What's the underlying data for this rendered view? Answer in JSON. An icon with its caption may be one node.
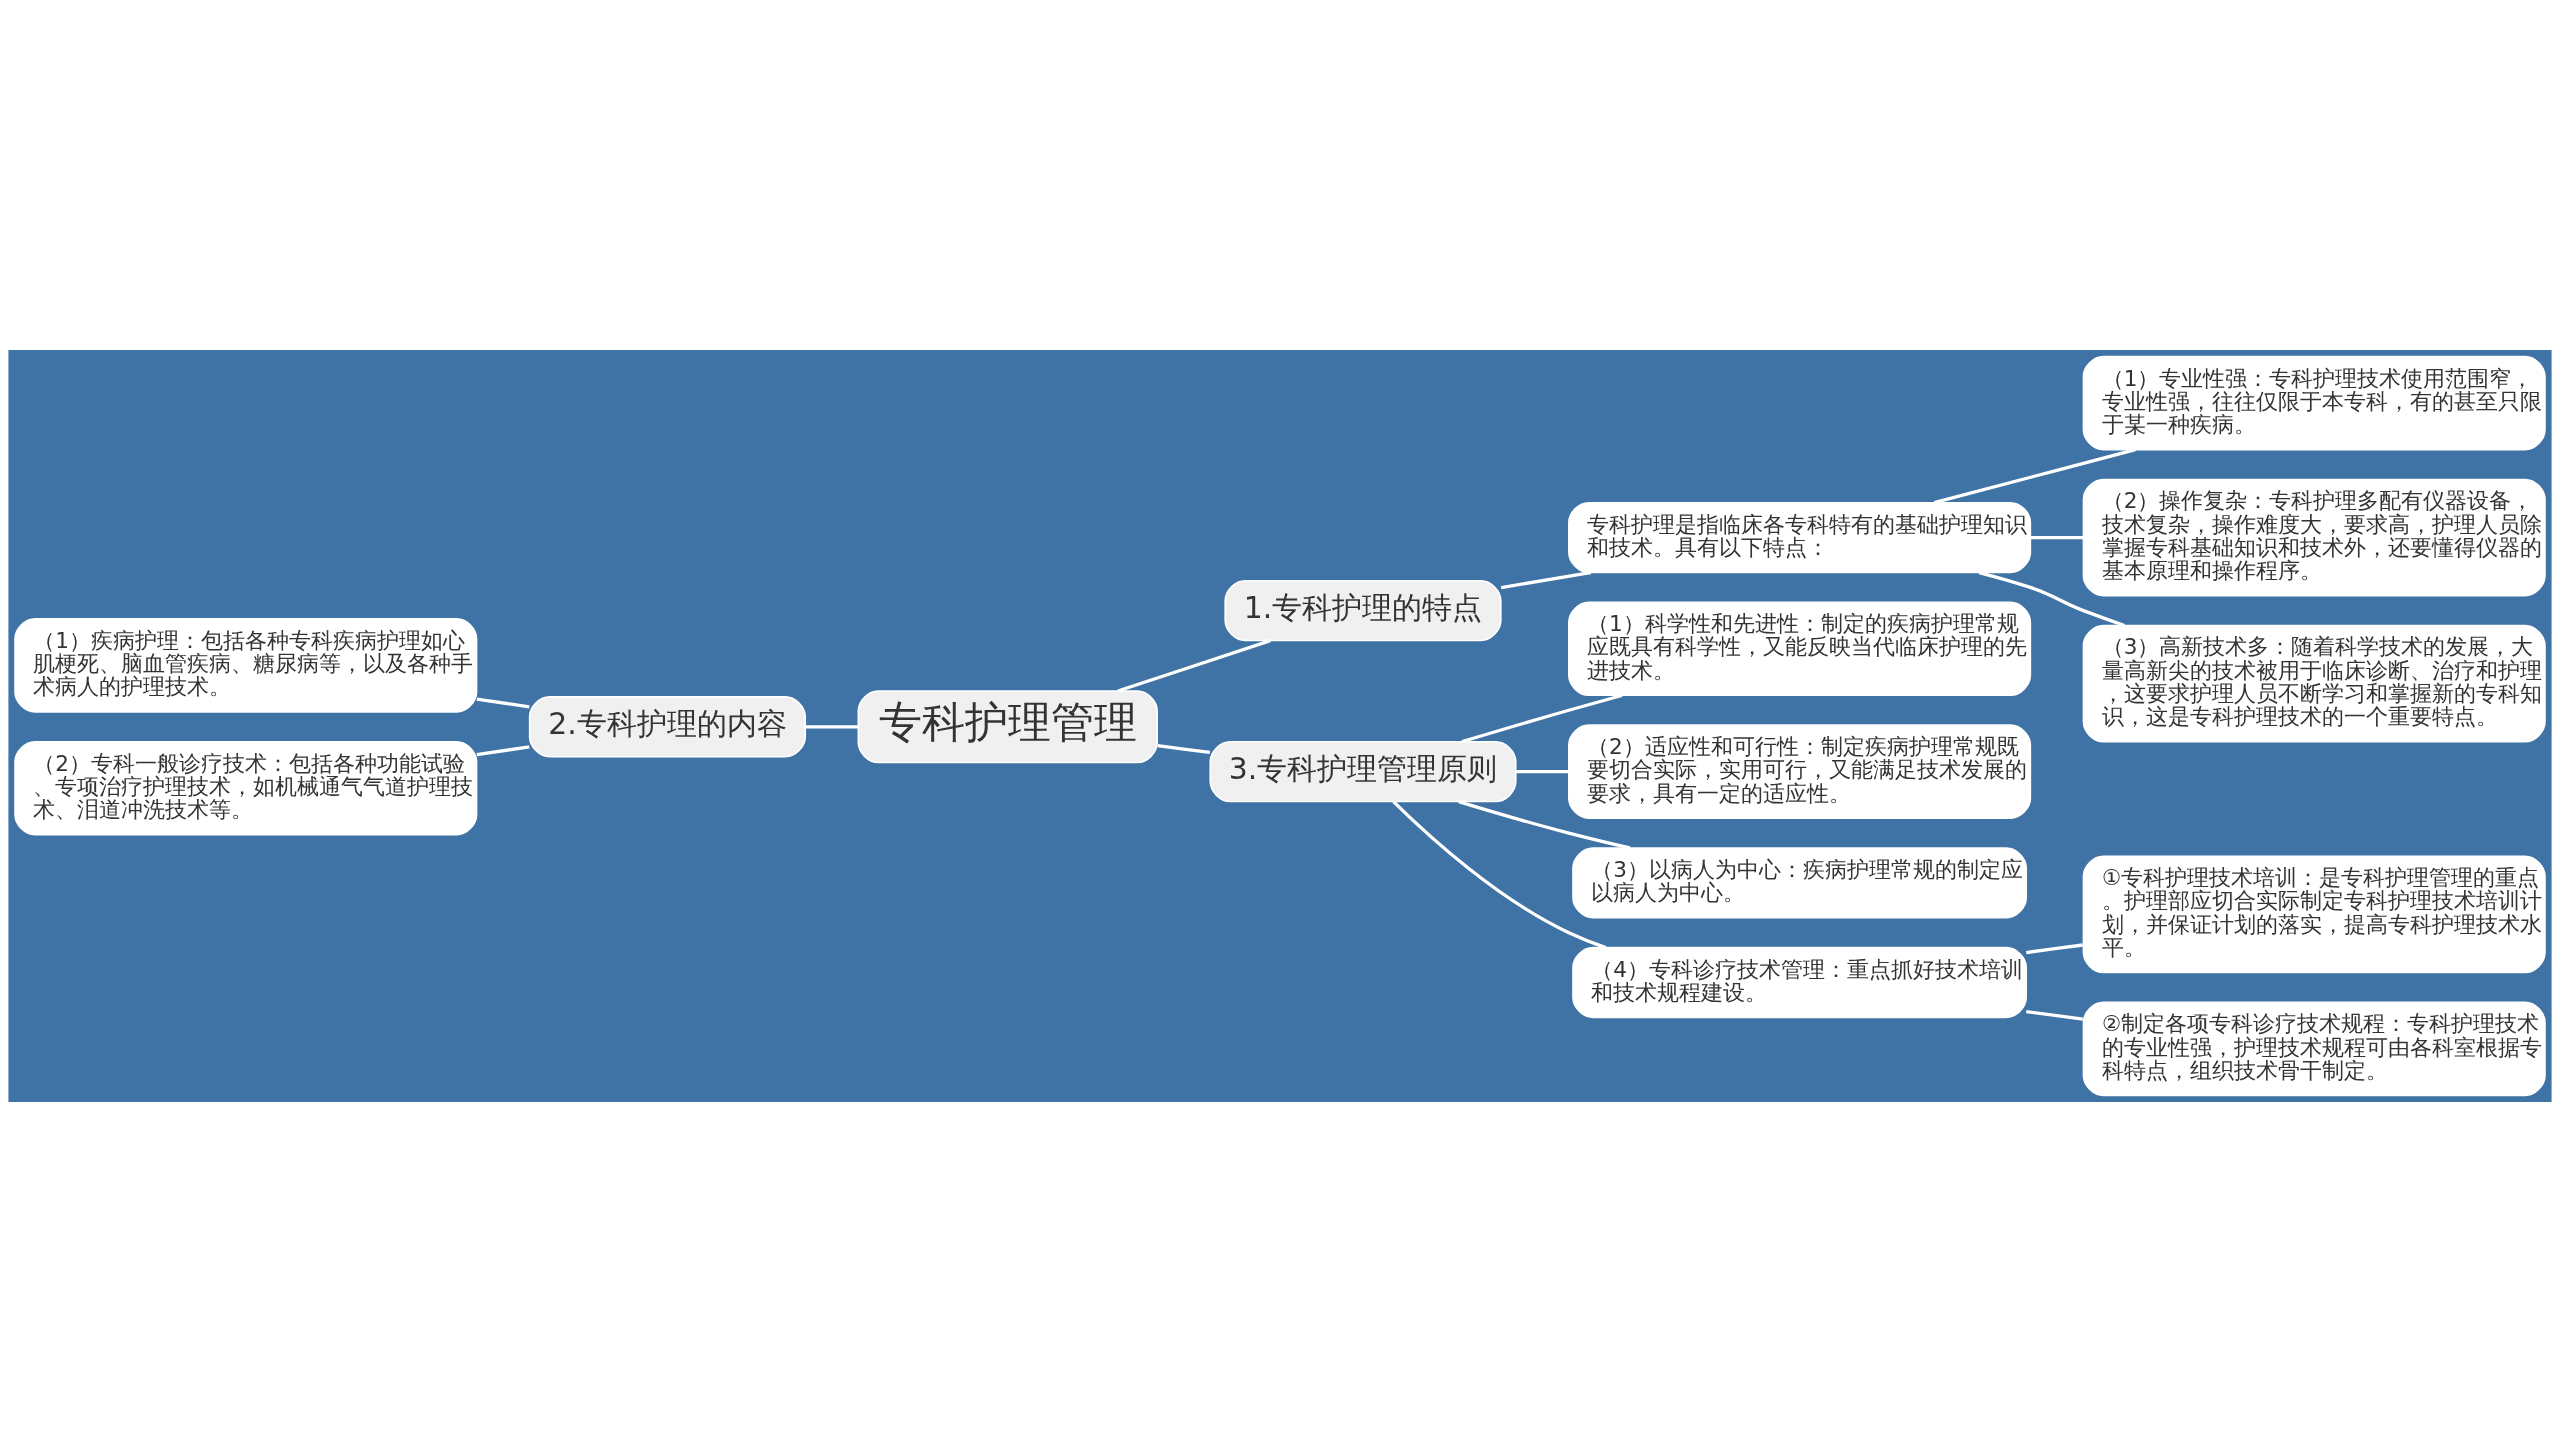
{
  "diagram": {
    "nodes": [
      {
        "text": [
          "专科护理管理"
        ]
      },
      {
        "text": [
          "1.专科护理的特点"
        ]
      },
      {
        "text": [
          "专科护理是指临床各专科特有的基础护理知识和技术。具有以下特点："
        ]
      },
      {
        "text": [
          "（1）专业性强：专科护理技术使用范围窄，专业性强，往往仅限于本专科，有的甚至只限于某一种疾病。"
        ]
      },
      {
        "text": [
          "（2）操作复杂：专科护理多配有仪器设备，技术复杂，操作难度大，要求高，护理人员除掌握专科基础知识和技术外，还要懂得仪器的基本原理和操作程序。"
        ]
      },
      {
        "text": [
          "（3）高新技术多：随着科学技术的发展，大量高新尖的技术被用于临床诊断、治疗和护理，这要求护理人员不断学习和掌握新的专科知识，这是专科护理技术的一个重要特点。"
        ]
      },
      {
        "text": [
          "2.专科护理的内容"
        ]
      },
      {
        "text": [
          "（1）疾病护理：包括各种专科疾病护理如心肌梗死、脑血管疾病、糖尿病等，以及各种手术病人的护理技术。"
        ]
      },
      {
        "text": [
          "（2）专科一般诊疗技术：包括各种功能试验、专项治疗护理技术，如机械通气气道护理技术、泪道冲洗技术等。"
        ]
      },
      {
        "text": [
          "3.专科护理管理原则"
        ]
      },
      {
        "text": [
          "（1）科学性和先进性：制定的疾病护理常规应既具有科学性，又能反映当代临床护理的先进技术。"
        ]
      },
      {
        "text": [
          "（2）适应性和可行性：制定疾病护理常规既要切合实际，实用可行，又能满足技术发展的要求，具有一定的适应性。"
        ]
      },
      {
        "text": [
          "（3）以病人为中心：疾病护理常规的制定应以病人为中心。"
        ]
      },
      {
        "text": [
          "（4）专科诊疗技术管理：重点抓好技术培训和技术规程建设。"
        ]
      },
      {
        "text": [
          "①专科护理技术培训：是专科护理管理的重点。护理部应切合实际制定专科护理技术培训计划，并保证计划的落实，提高专科护理技术水平。"
        ]
      },
      {
        "text": [
          "②制定各项专科诊疗技术规程：专科护理技术的专业性强，护理技术规程可由各科室根据专科特点，组织技术骨干制定。"
        ]
      }
    ],
    "edges": [
      {
        "from": 0,
        "to": 1,
        "arrow": "none"
      },
      {
        "from": 1,
        "to": 2,
        "arrow": "none"
      },
      {
        "from": 2,
        "to": 3,
        "arrow": "none"
      },
      {
        "from": 2,
        "to": 4,
        "arrow": "none"
      },
      {
        "from": 2,
        "to": 5,
        "arrow": "none"
      },
      {
        "from": 0,
        "to": 6,
        "arrow": "none"
      },
      {
        "from": 6,
        "to": 7,
        "arrow": "none"
      },
      {
        "from": 6,
        "to": 8,
        "arrow": "none"
      },
      {
        "from": 0,
        "to": 9,
        "arrow": "none"
      },
      {
        "from": 9,
        "to": 10,
        "arrow": "none"
      },
      {
        "from": 9,
        "to": 11,
        "arrow": "none"
      },
      {
        "from": 9,
        "to": 12,
        "arrow": "none"
      },
      {
        "from": 9,
        "to": 13,
        "arrow": "none"
      },
      {
        "from": 13,
        "to": 14,
        "arrow": "none"
      },
      {
        "from": 13,
        "to": 15,
        "arrow": "none"
      }
    ]
  }
}
